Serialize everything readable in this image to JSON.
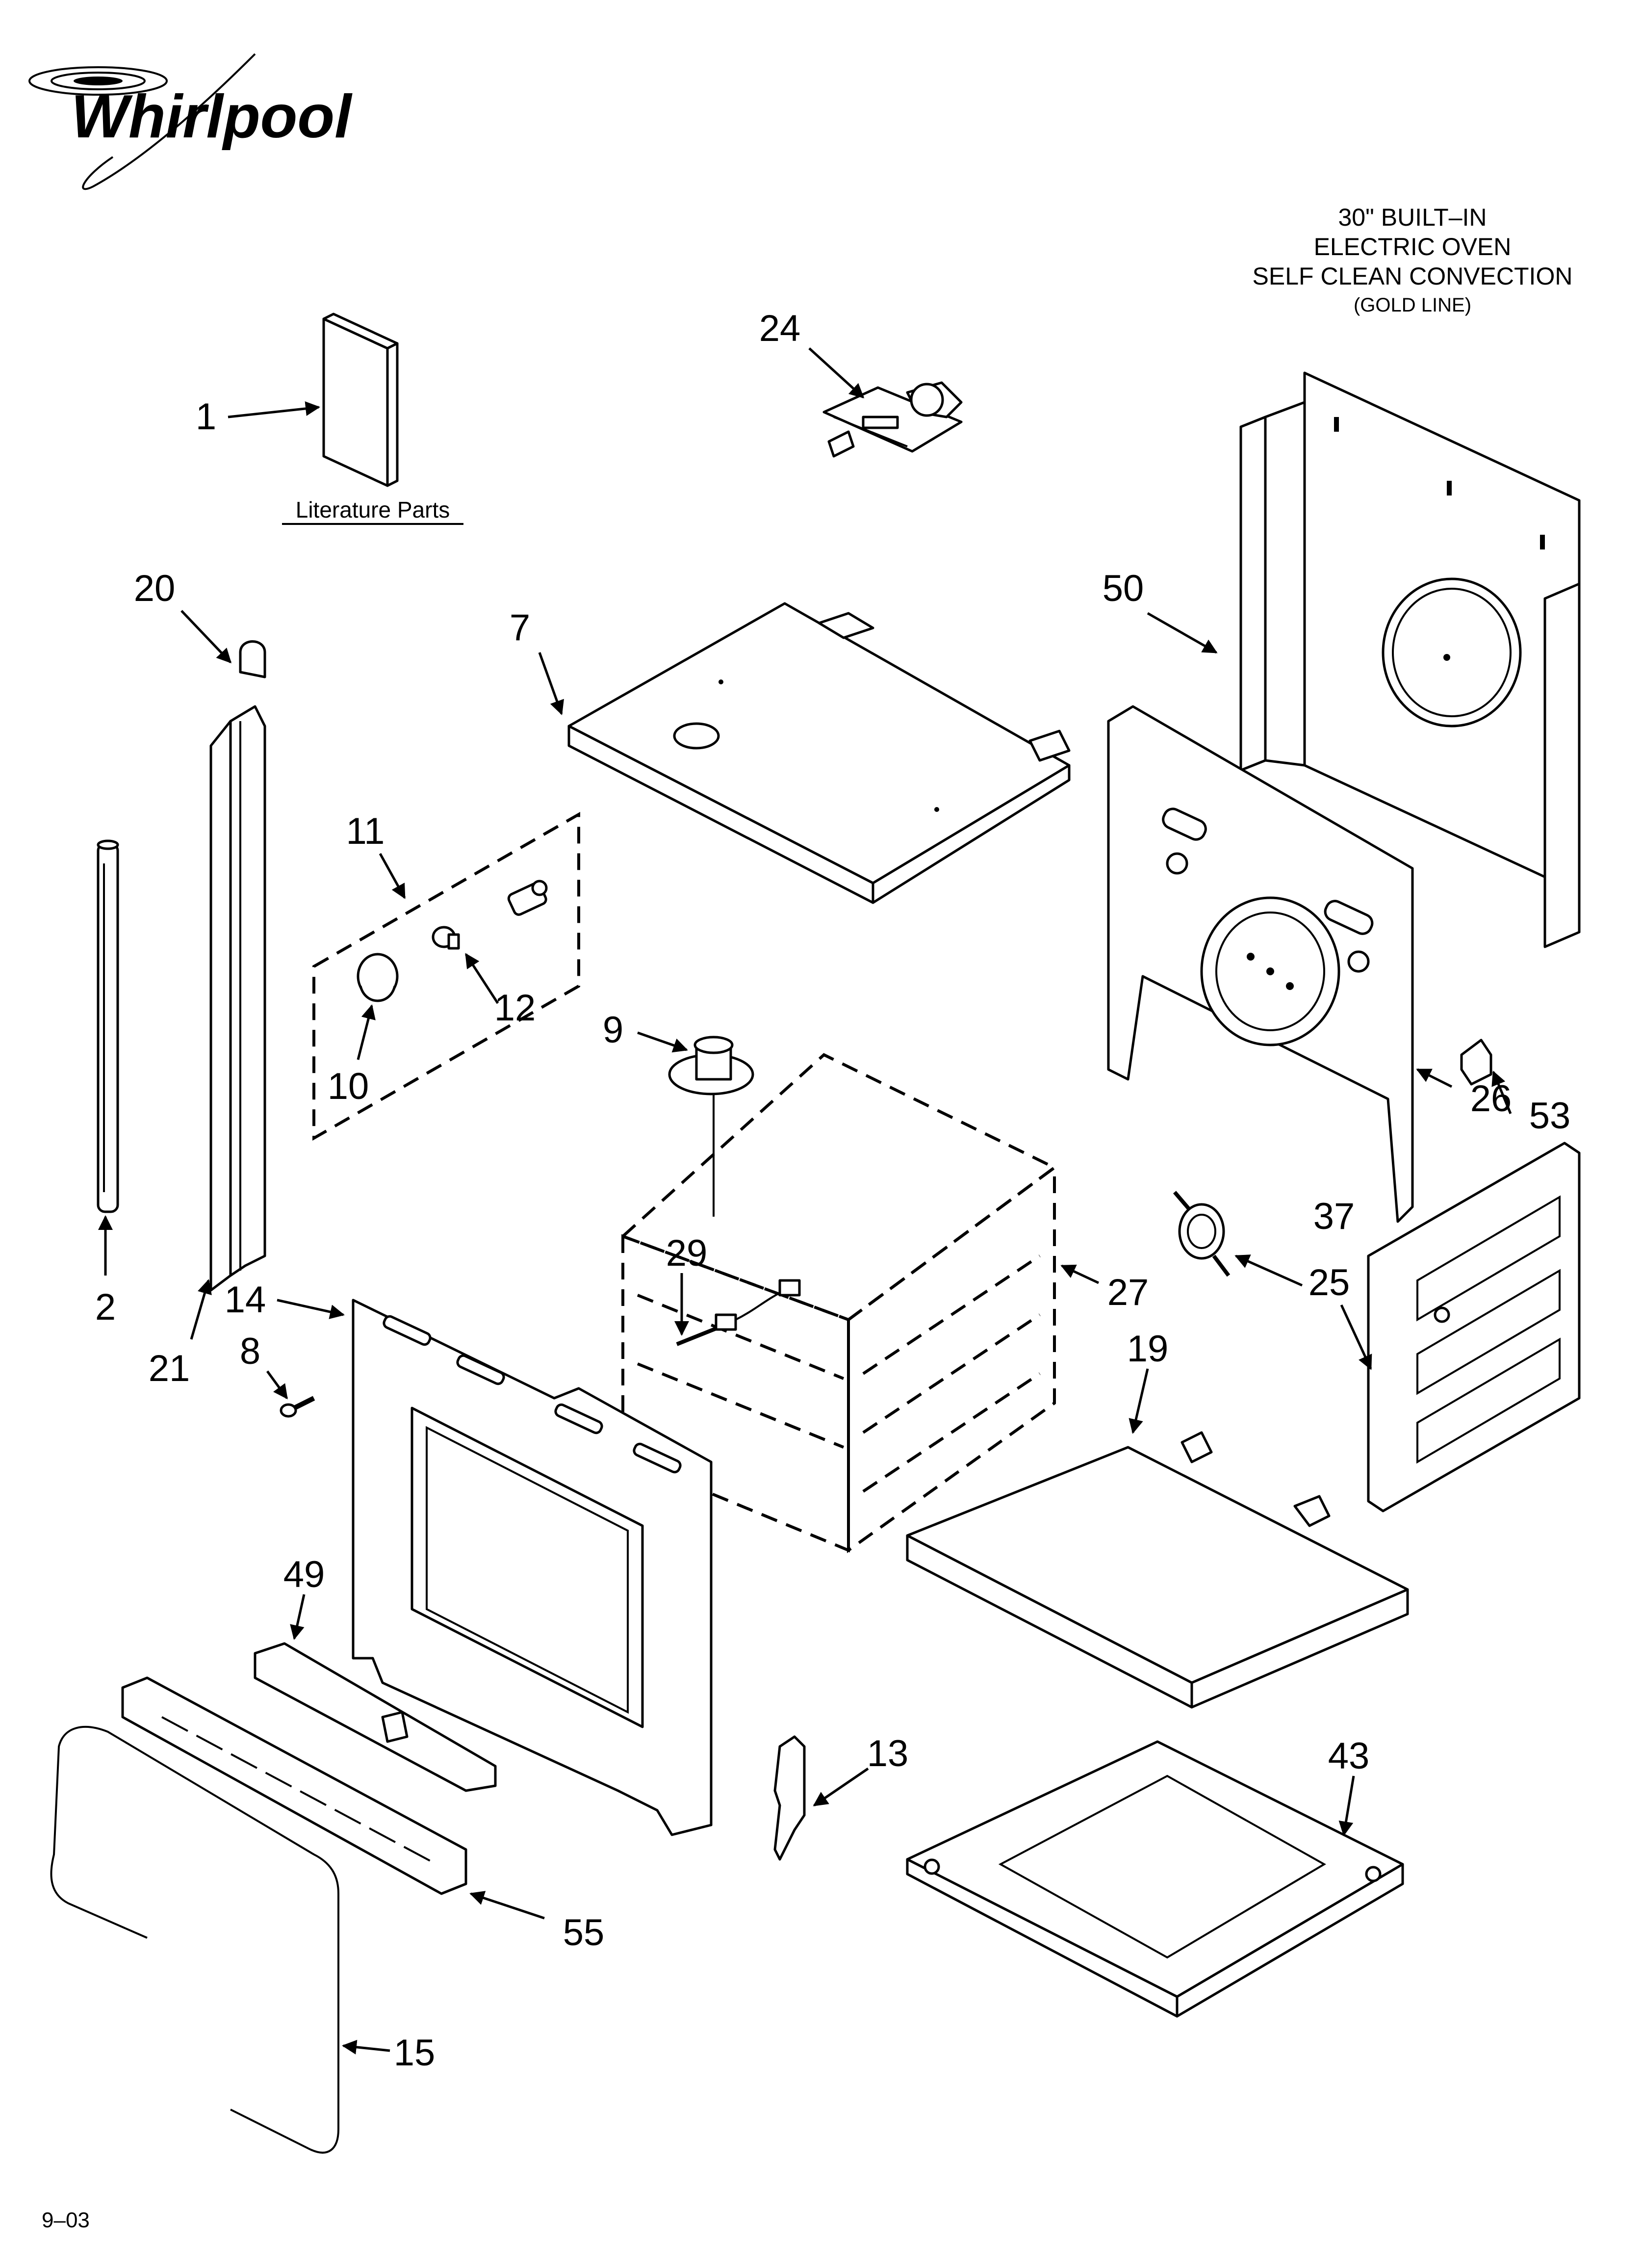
{
  "brand": "Whirlpool",
  "title_lines": [
    "30\" BUILT–IN",
    "ELECTRIC OVEN",
    "SELF CLEAN CONVECTION",
    "(GOLD LINE)"
  ],
  "literature_label": "Literature Parts",
  "footer_code": "9–03",
  "callouts": {
    "c1": "1",
    "c2": "2",
    "c7": "7",
    "c8": "8",
    "c9": "9",
    "c10": "10",
    "c11": "11",
    "c12": "12",
    "c13": "13",
    "c14": "14",
    "c15": "15",
    "c19": "19",
    "c20": "20",
    "c21": "21",
    "c24": "24",
    "c25": "25",
    "c26": "26",
    "c27": "27",
    "c29": "29",
    "c37": "37",
    "c43": "43",
    "c49": "49",
    "c50": "50",
    "c53": "53",
    "c55": "55"
  }
}
